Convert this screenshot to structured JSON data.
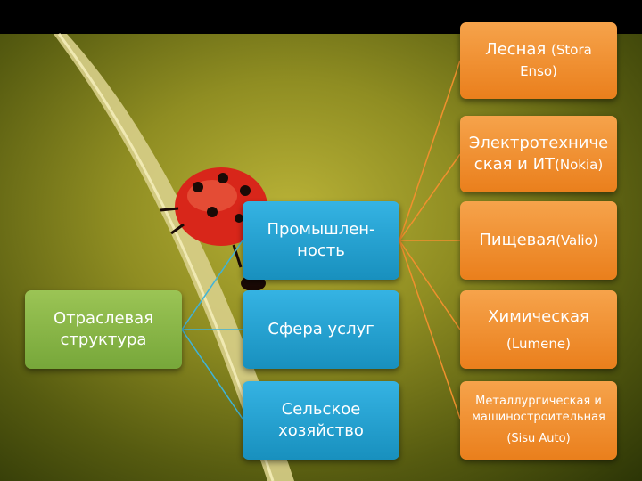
{
  "root": {
    "label": "Отраслевая структура"
  },
  "sectors": [
    {
      "label": "Промышлен-ность"
    },
    {
      "label": "Сфера услуг"
    },
    {
      "label": "Сельское хозяйство"
    }
  ],
  "industries": [
    {
      "name": "Лесная",
      "company": "(Stora Enso)"
    },
    {
      "name": "Электротехниче ская и ИТ",
      "company": "(Nokia)"
    },
    {
      "name": "Пищевая",
      "company": "(Valio)"
    },
    {
      "name": "Химическая",
      "company": "(Lumene)"
    },
    {
      "name": "Металлургическая и машиностроительная",
      "company": "(Sisu Auto)"
    }
  ],
  "colors": {
    "root": "#86b444",
    "sector": "#27a4d4",
    "industry": "#f0902e",
    "connector_blue": "#3fb3d8",
    "connector_orange": "#f0902e"
  }
}
